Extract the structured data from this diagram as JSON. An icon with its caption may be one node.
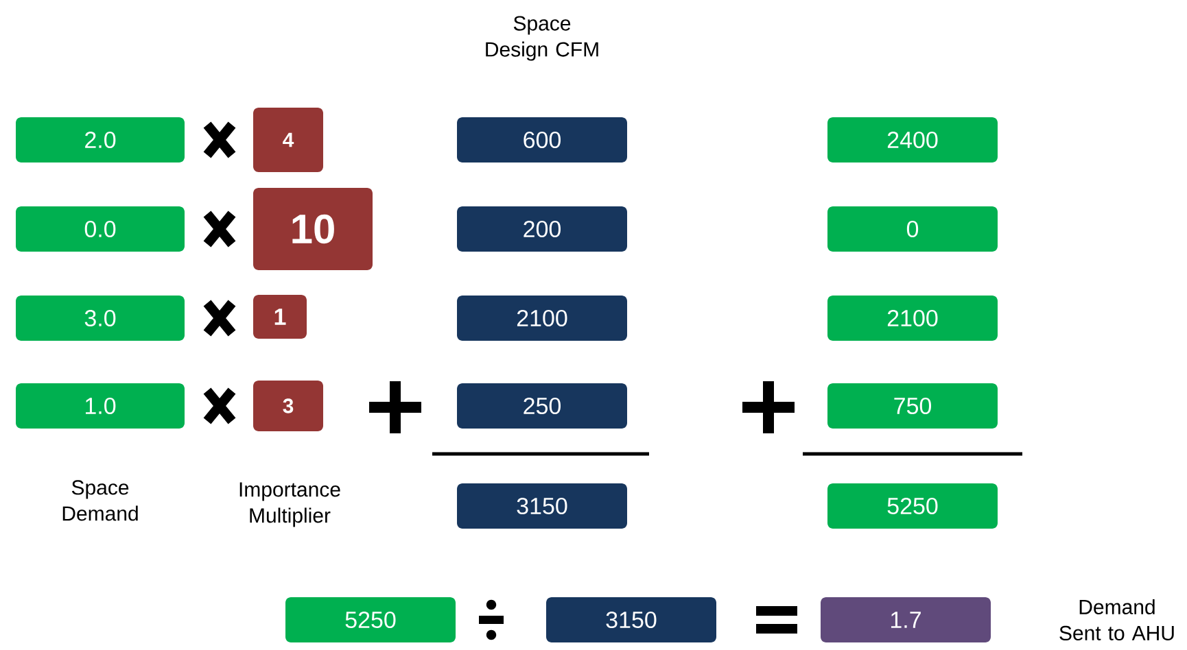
{
  "diagram": {
    "nodes": [
      {
        "text": [
          "2.0"
        ]
      },
      {
        "text": [
          "4"
        ]
      },
      {
        "text": [
          "600"
        ]
      },
      {
        "text": [
          "2400"
        ]
      },
      {
        "text": [
          "0.0"
        ]
      },
      {
        "text": [
          "10"
        ]
      },
      {
        "text": [
          "200"
        ]
      },
      {
        "text": [
          "0"
        ]
      },
      {
        "text": [
          "3.0"
        ]
      },
      {
        "text": [
          "1"
        ]
      },
      {
        "text": [
          "2100"
        ]
      },
      {
        "text": [
          "2100"
        ]
      },
      {
        "text": [
          "1.0"
        ]
      },
      {
        "text": [
          "3"
        ]
      },
      {
        "text": [
          "250"
        ]
      },
      {
        "text": [
          "750"
        ]
      },
      {
        "text": [
          "3150"
        ]
      },
      {
        "text": [
          "5250"
        ]
      },
      {
        "text": [
          "5250"
        ]
      },
      {
        "text": [
          "3150"
        ]
      },
      {
        "text": [
          "1.7"
        ]
      }
    ],
    "labels": [
      "Space Design CFM",
      "Space Demand",
      "Importance Multiplier",
      "Demand Sent to AHU"
    ]
  }
}
